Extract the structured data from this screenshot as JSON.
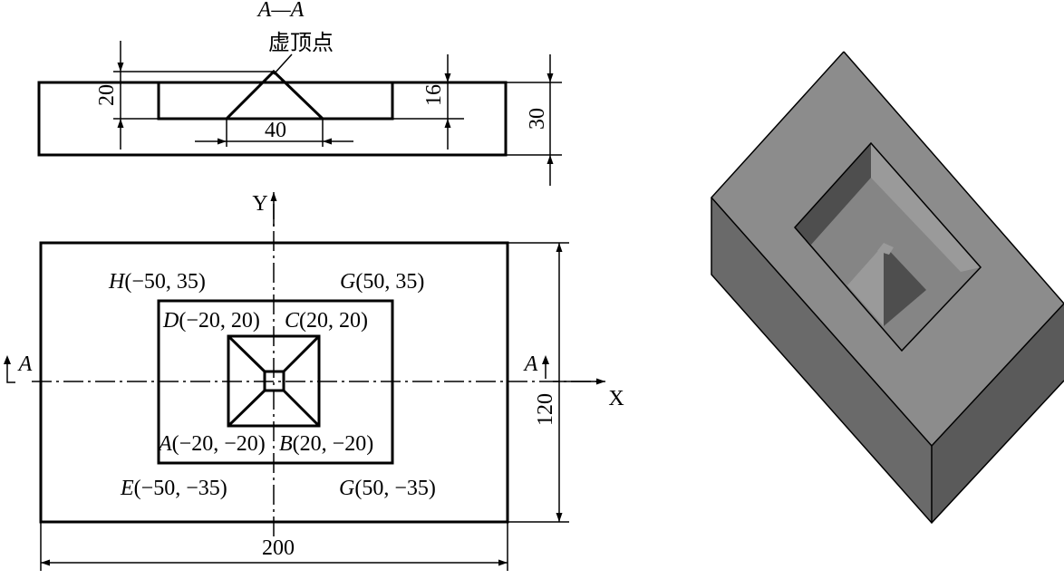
{
  "section": {
    "title": "A—A",
    "virtual_apex": "虚顶点",
    "dims": {
      "depth_outer": "20",
      "width_pyramid": "40",
      "depth_inner": "16",
      "thickness": "30"
    }
  },
  "plan": {
    "axis_x": "X",
    "axis_y": "Y",
    "section_marker": "A",
    "points": {
      "H": {
        "letter": "H",
        "coords": "(−50, 35)"
      },
      "G_top": {
        "letter": "G",
        "coords": "(50, 35)"
      },
      "D": {
        "letter": "D",
        "coords": "(−20, 20)"
      },
      "C": {
        "letter": "C",
        "coords": "(20, 20)"
      },
      "A": {
        "letter": "A",
        "coords": "(−20, −20)"
      },
      "B": {
        "letter": "B",
        "coords": "(20, −20)"
      },
      "E": {
        "letter": "E",
        "coords": "(−50, −35)"
      },
      "G_bottom": {
        "letter": "G",
        "coords": "(50, −35)"
      }
    },
    "dims": {
      "length": "200",
      "width": "120"
    }
  },
  "colors": {
    "line": "#000000",
    "solid_top": "#8c8c8c",
    "solid_left": "#6a6a6a",
    "solid_front": "#5a5a5a",
    "pocket_wall_light": "#9a9a9a",
    "pocket_wall_dark": "#4e4e4e",
    "pocket_floor": "#858585"
  }
}
